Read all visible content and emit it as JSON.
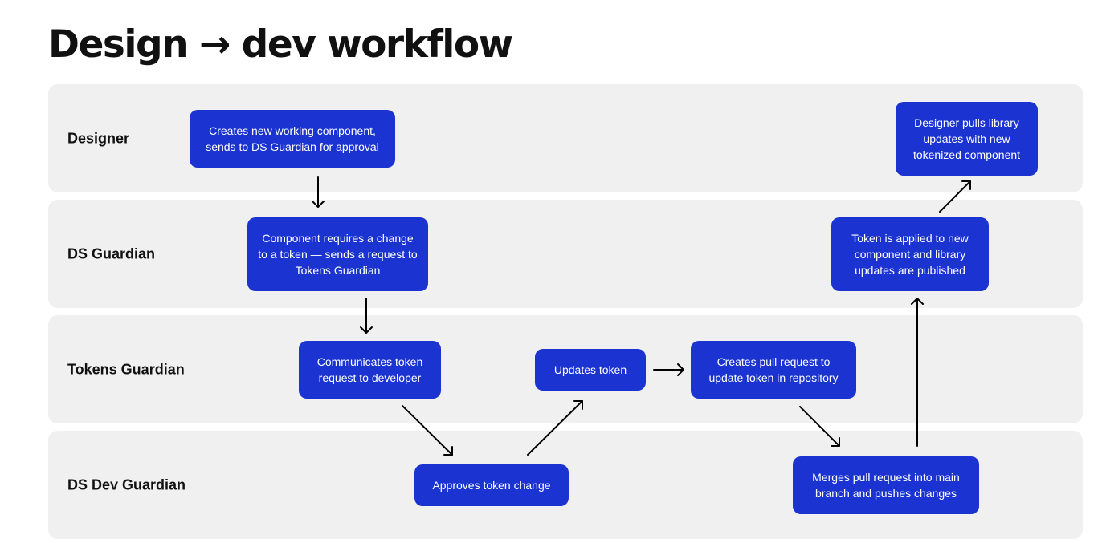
{
  "title": "Design → dev workflow",
  "colors": {
    "lane_background": "#f0f0f0",
    "box_fill": "#1a33d1",
    "box_text": "#ffffff",
    "arrow": "#000000"
  },
  "lanes": [
    {
      "label": "Designer"
    },
    {
      "label": "DS Guardian"
    },
    {
      "label": "Tokens Guardian"
    },
    {
      "label": "DS Dev Guardian"
    }
  ],
  "steps": {
    "create_component": "Creates new working component, sends to DS Guardian for approval",
    "token_change_request": "Component requires a change to a token — sends a request to Tokens Guardian",
    "communicate_to_dev": "Communicates token request to developer",
    "approve_change": "Approves token change",
    "update_token": "Updates token",
    "create_pr": "Creates pull request to update token in repository",
    "merge_pr": "Merges pull request into main branch and pushes changes",
    "publish_updates": "Token is applied to new component and library updates are published",
    "pull_updates": "Designer pulls library updates with new tokenized component"
  },
  "flow": [
    {
      "from": "create_component",
      "to": "token_change_request"
    },
    {
      "from": "token_change_request",
      "to": "communicate_to_dev"
    },
    {
      "from": "communicate_to_dev",
      "to": "approve_change"
    },
    {
      "from": "approve_change",
      "to": "update_token"
    },
    {
      "from": "update_token",
      "to": "create_pr"
    },
    {
      "from": "create_pr",
      "to": "merge_pr"
    },
    {
      "from": "merge_pr",
      "to": "publish_updates"
    },
    {
      "from": "publish_updates",
      "to": "pull_updates"
    }
  ]
}
